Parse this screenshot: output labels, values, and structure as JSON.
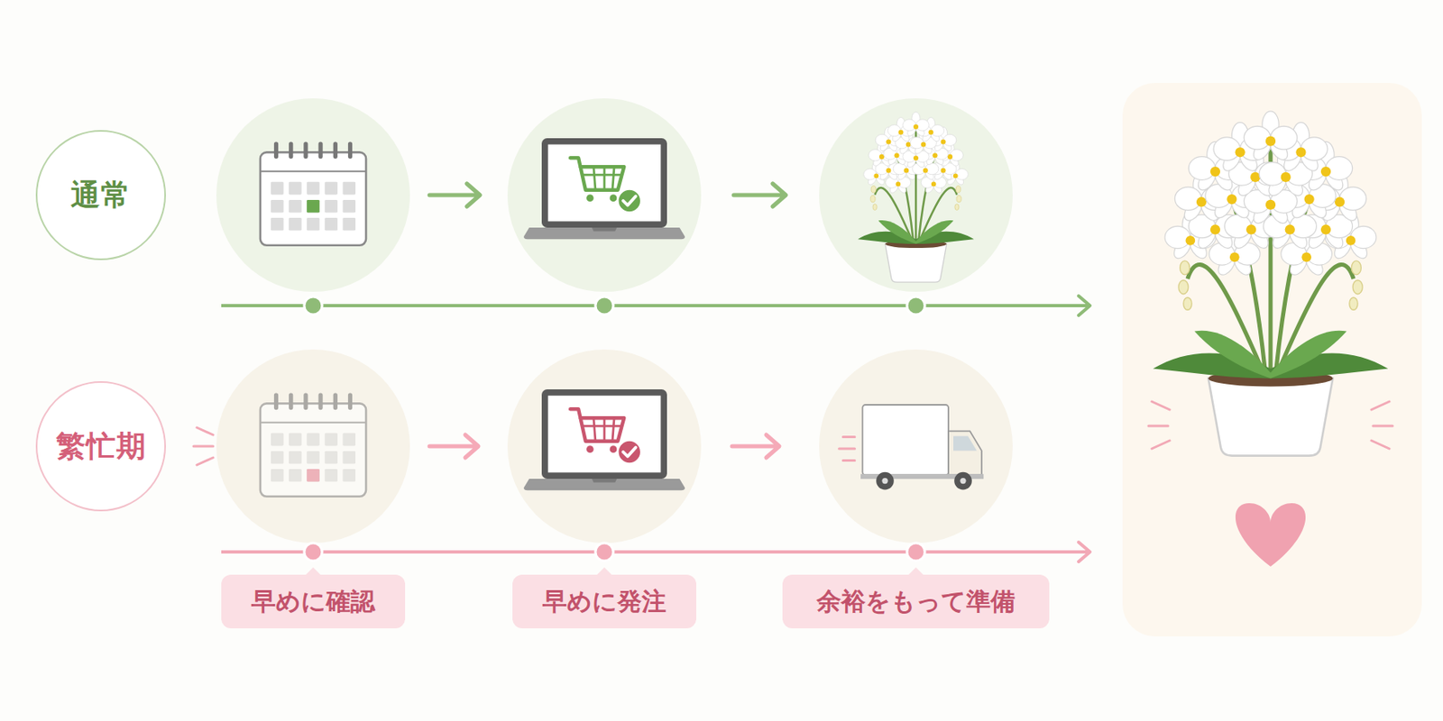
{
  "diagram": {
    "nodes": [
      {
        "text": [
          "通常"
        ]
      },
      {
        "text": [
          "繁忙期"
        ]
      },
      {
        "text": [
          "早めに確認"
        ]
      },
      {
        "text": [
          "早めに発注"
        ]
      },
      {
        "text": [
          "余裕をもって準備"
        ]
      }
    ]
  }
}
